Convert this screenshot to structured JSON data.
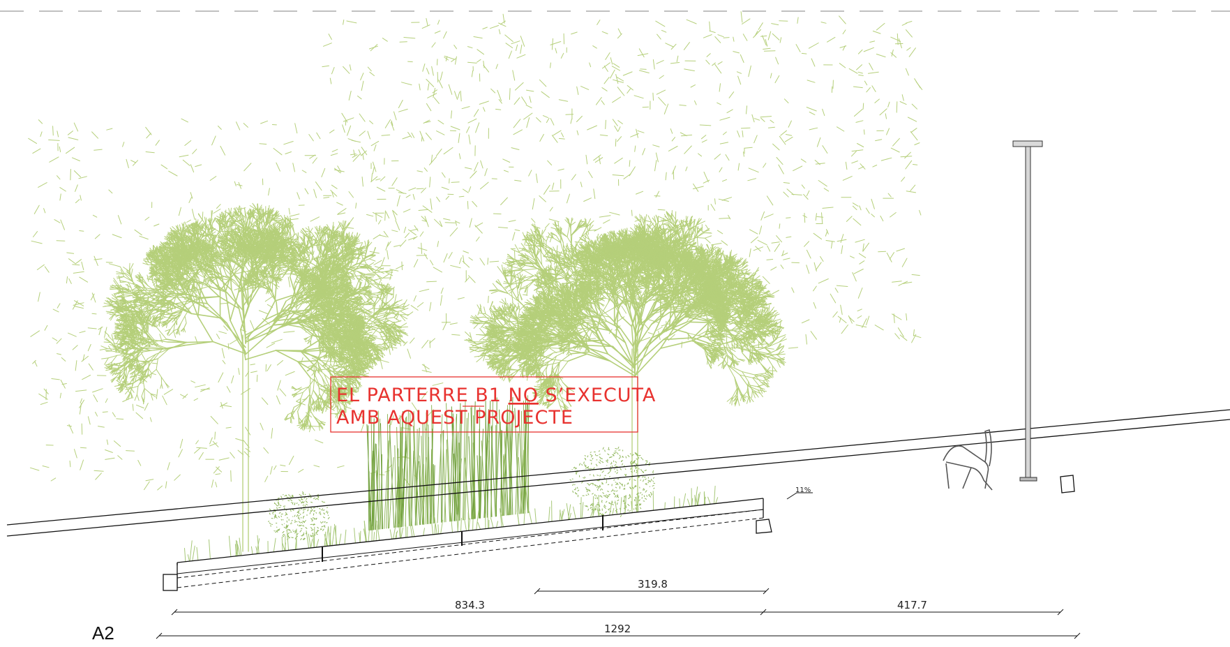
{
  "section": {
    "label": "A2"
  },
  "note": {
    "line1_before": "EL PARTERRE B1 ",
    "line1_emph": "NO",
    "line1_after": " S’EXECUTA",
    "line2": "AMB AQUEST PROJECTE",
    "color": "#e8322f"
  },
  "slope": {
    "label": "11%"
  },
  "dimensions": {
    "d1": "319.8",
    "d2": "834.3",
    "d3": "417.7",
    "total": "1292"
  },
  "colors": {
    "tree": "#b5cf7a",
    "tree_dark": "#9fbd63",
    "grass": "#6f9f3a",
    "line": "#111111",
    "pole": "#cfcfcf"
  },
  "icons": [
    "tree-left",
    "tree-right",
    "tall-grass",
    "shrub",
    "bench-icon",
    "lamp-post-icon"
  ]
}
